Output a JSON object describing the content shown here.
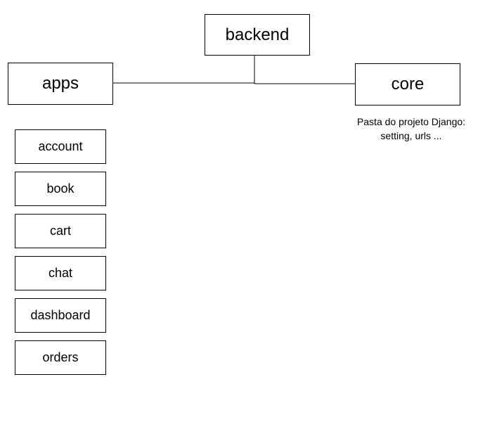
{
  "diagram": {
    "root": {
      "label": "backend"
    },
    "groups": [
      {
        "label": "apps",
        "items": [
          "account",
          "book",
          "cart",
          "chat",
          "dashboard",
          "orders"
        ]
      },
      {
        "label": "core",
        "note": [
          "Pasta do projeto Django:",
          "setting, urls ..."
        ]
      }
    ]
  },
  "colors": {
    "line": "#000000",
    "box_border": "#000000",
    "background": "#ffffff"
  }
}
